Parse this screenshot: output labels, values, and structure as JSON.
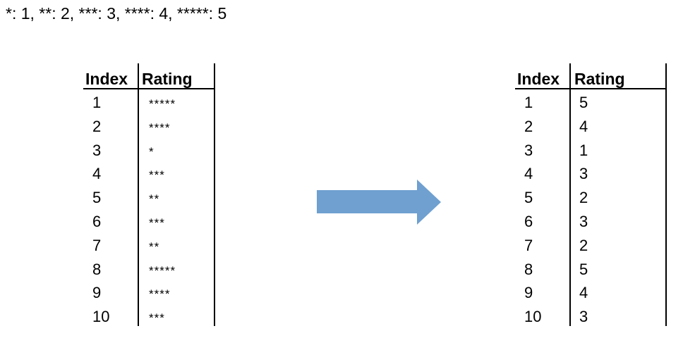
{
  "legend": "*: 1, **: 2, ***: 3, ****: 4, *****: 5",
  "left_table": {
    "headers": [
      "Index",
      "Rating"
    ],
    "rows": [
      [
        "1",
        "*****"
      ],
      [
        "2",
        "****"
      ],
      [
        "3",
        "*"
      ],
      [
        "4",
        "***"
      ],
      [
        "5",
        "**"
      ],
      [
        "6",
        "***"
      ],
      [
        "7",
        "**"
      ],
      [
        "8",
        "*****"
      ],
      [
        "9",
        "****"
      ],
      [
        "10",
        "***"
      ]
    ]
  },
  "right_table": {
    "headers": [
      "Index",
      "Rating"
    ],
    "rows": [
      [
        "1",
        "5"
      ],
      [
        "2",
        "4"
      ],
      [
        "3",
        "1"
      ],
      [
        "4",
        "3"
      ],
      [
        "5",
        "2"
      ],
      [
        "6",
        "3"
      ],
      [
        "7",
        "2"
      ],
      [
        "8",
        "5"
      ],
      [
        "9",
        "4"
      ],
      [
        "10",
        "3"
      ]
    ]
  },
  "arrow": {
    "color": "#6fa0d0",
    "icon": "right-arrow-icon"
  }
}
